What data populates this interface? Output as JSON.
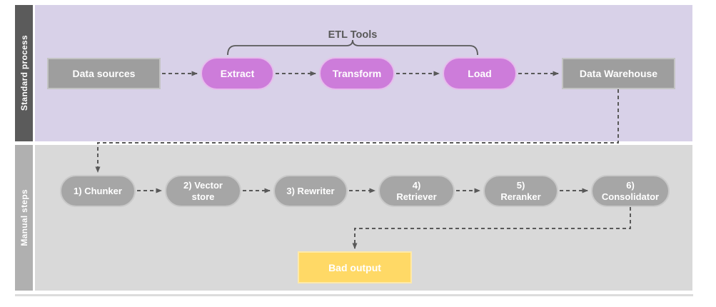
{
  "diagram": {
    "lanes": [
      {
        "label": "Standard process"
      },
      {
        "label": "Manual steps"
      }
    ],
    "bracket_label": "ETL Tools",
    "standard_nodes": {
      "data_sources": "Data sources",
      "extract": "Extract",
      "transform": "Transform",
      "load": "Load",
      "data_warehouse": "Data Warehouse"
    },
    "manual_nodes": {
      "chunker": "1) Chunker",
      "vector_store": "2) Vector store",
      "rewriter": "3) Rewriter",
      "retriever": "4) Retriever",
      "reranker": "5) Reranker",
      "consolidator": "6) Consolidator",
      "bad_output": "Bad output"
    },
    "colors": {
      "lane_standard_bg": "#d8d1e8",
      "lane_standard_label_bg": "#5b5b5b",
      "lane_manual_bg": "#d9d9d9",
      "lane_manual_label_bg": "#b0b0b0",
      "process_pill": "#cd7cda",
      "process_pill_border": "#e6bcec",
      "gray_node": "#9e9e9e",
      "gray_pill": "#a6a6a6",
      "gray_pill_border": "#c9c9c9",
      "bad_output_bg": "#ffd966",
      "bad_output_border": "#ffe9a8",
      "connector": "#595959",
      "bracket_text": "#595959",
      "text_on_node": "#ffffff"
    }
  }
}
